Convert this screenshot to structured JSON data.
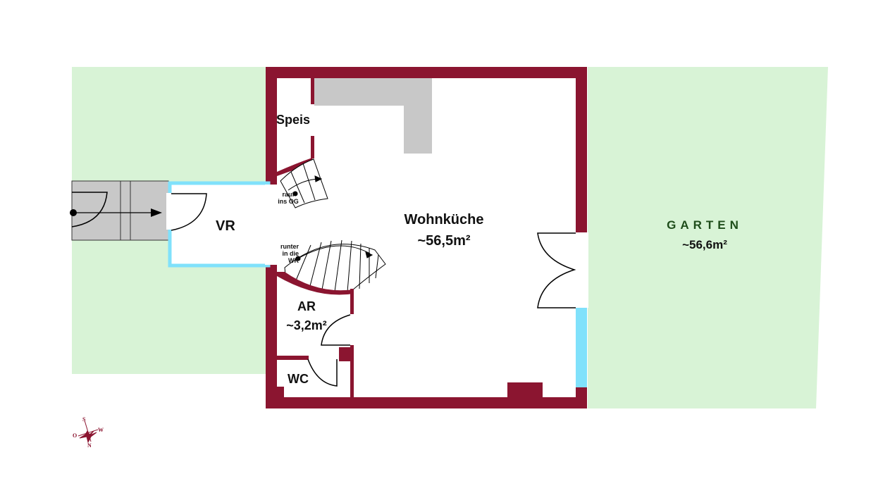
{
  "rooms": {
    "speis": "Speis",
    "vr": "VR",
    "wohnkueche": {
      "name": "Wohnküche",
      "area": "~56,5m²"
    },
    "ar": {
      "name": "AR",
      "area": "~3,2m²"
    },
    "wc": "WC",
    "garten": {
      "name": "GARTEN",
      "area": "~56,6m²"
    }
  },
  "stairs": {
    "up": [
      "rauf",
      "ins OG"
    ],
    "down": [
      "runter",
      "in die",
      "WK"
    ]
  },
  "compass": {
    "n": "N",
    "s": "S",
    "o": "O",
    "w": "W"
  },
  "colors": {
    "wall": "#8b1530",
    "garden": "#d8f3d6",
    "glass": "#80e1fb",
    "counter": "#c8c8c8",
    "stair": "#c8c8c8"
  }
}
